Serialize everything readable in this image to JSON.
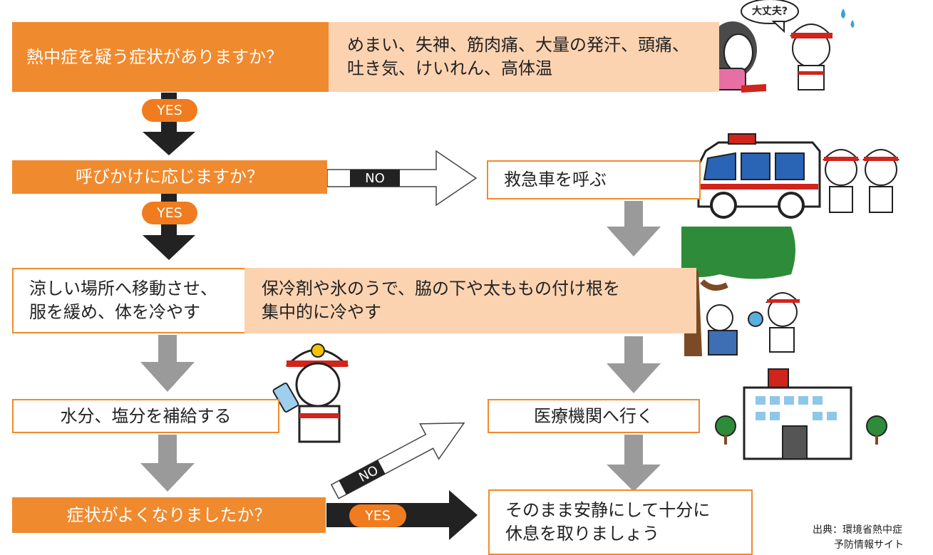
{
  "q1": {
    "question": "熱中症を疑う症状がありますか？",
    "symptoms_line1": "めまい、失神、筋肉痛、大量の発汗、頭痛、",
    "symptoms_line2": "吐き気、けいれん、高体温"
  },
  "q2": {
    "question": "呼びかけに応じますか？"
  },
  "call_ambulance": "救急車を呼ぶ",
  "cool": {
    "line1": "涼しい場所へ移動させ、",
    "line2": "服を緩め、体を冷やす",
    "detail_line1": "保冷剤や氷のうで、脇の下や太ももの付け根を",
    "detail_line2": "集中的に冷やす"
  },
  "hydrate": "水分、塩分を補給する",
  "hospital": "医療機関へ行く",
  "q3": {
    "question": "症状がよくなりましたか？"
  },
  "rest": {
    "line1": "そのまま安静にして十分に",
    "line2": "休息を取りましょう"
  },
  "labels": {
    "yes": "YES",
    "no": "NO"
  },
  "speech": "大丈夫?",
  "credit": {
    "line1": "出典：環境省熱中症",
    "line2": "予防情報サイト"
  },
  "colors": {
    "orange": "#f08a2e",
    "peach": "#fcd3b1",
    "yes_pill": "#f07c1f",
    "gray_arrow": "#9a9a9a",
    "dark_arrow": "#222222"
  }
}
